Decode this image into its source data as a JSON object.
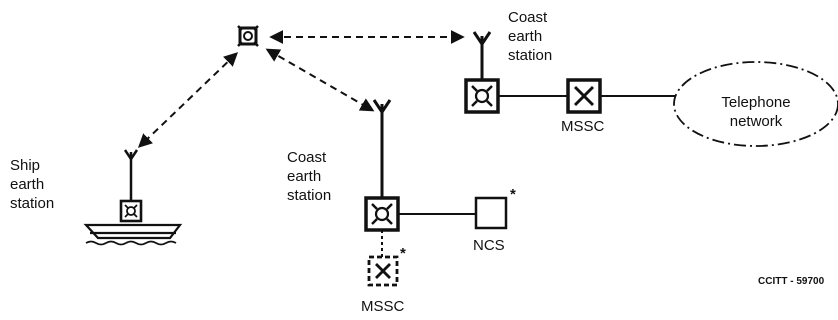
{
  "labels": {
    "coast_station_top": "Coast\nearth\nstation",
    "coast_station_mid": "Coast\nearth\nstation",
    "ship_station": "Ship\nearth\nstation",
    "telephone_network": "Telephone\nnetwork",
    "mssc_top": "MSSC",
    "ncs": "NCS",
    "mssc_bottom": "MSSC",
    "asterisk_ncs": "*",
    "asterisk_mssc": "*",
    "reference": "CCITT - 59700"
  },
  "icons": {
    "satellite": "satellite-icon",
    "antenna": "antenna-icon",
    "earth_station": "earth-station-icon",
    "switching_centre": "switching-centre-icon",
    "ship": "ship-icon"
  }
}
